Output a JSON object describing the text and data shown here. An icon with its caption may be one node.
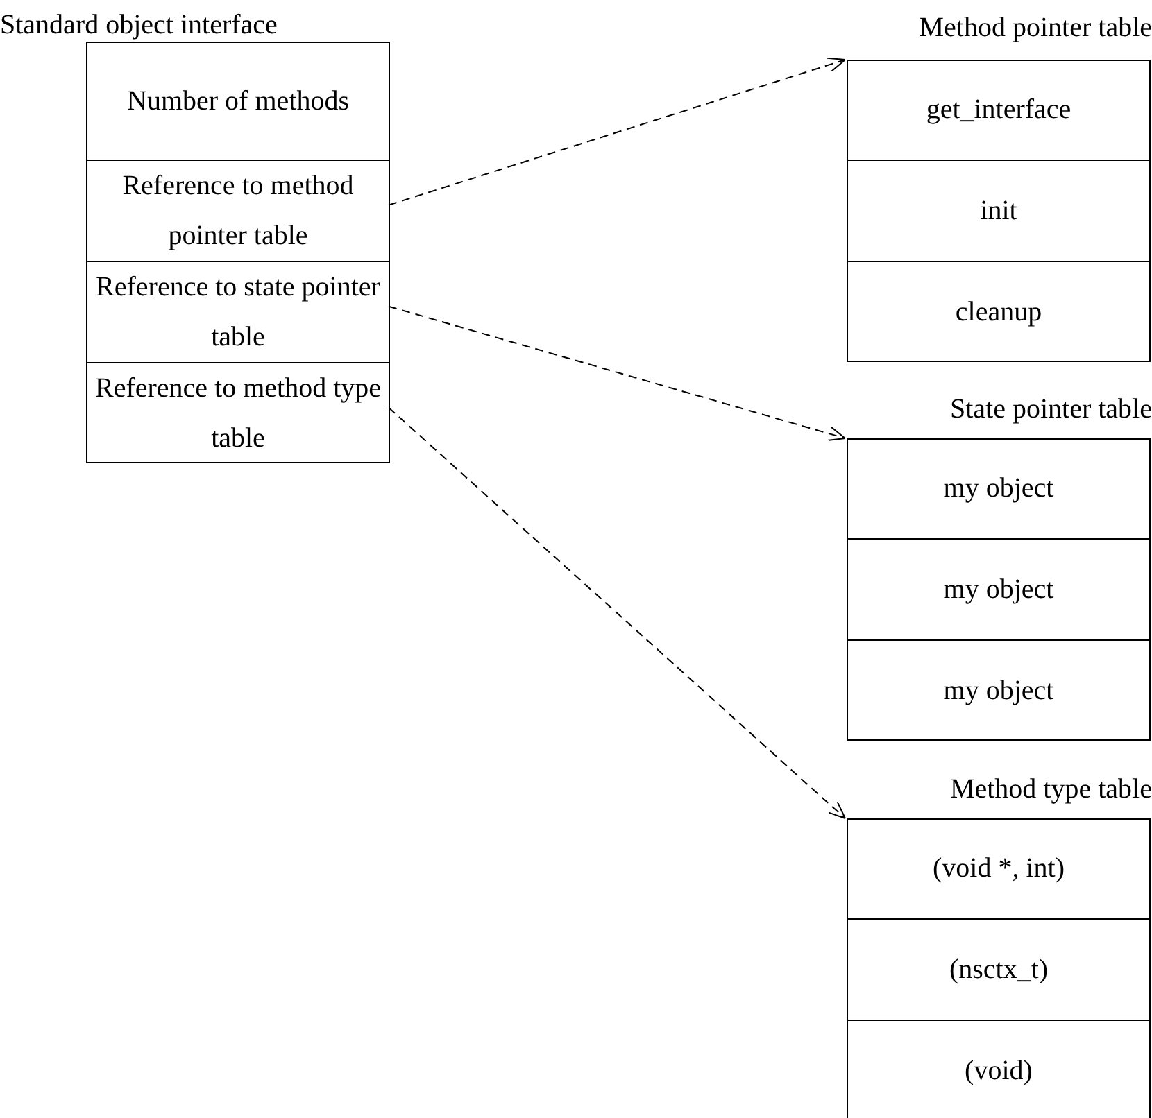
{
  "diagram": {
    "nodes": [
      {
        "text": [
          "Standard object interface"
        ]
      },
      {
        "text": [
          "Number of methods"
        ],
        "in": 0
      },
      {
        "text": [
          "Reference to method pointer table"
        ],
        "in": 0
      },
      {
        "text": [
          "Reference to state pointer table"
        ],
        "in": 0
      },
      {
        "text": [
          "Reference to method type table"
        ],
        "in": 0
      },
      {
        "text": [
          "Method pointer table"
        ]
      },
      {
        "text": [
          "get_interface"
        ],
        "in": 5
      },
      {
        "text": [
          "init"
        ],
        "in": 5
      },
      {
        "text": [
          "cleanup"
        ],
        "in": 5
      },
      {
        "text": [
          "State pointer table"
        ]
      },
      {
        "text": [
          "my object"
        ],
        "in": 9
      },
      {
        "text": [
          "my object"
        ],
        "in": 9
      },
      {
        "text": [
          "my object"
        ],
        "in": 9
      },
      {
        "text": [
          "Method type table"
        ]
      },
      {
        "text": [
          "(void *, int)"
        ],
        "in": 13
      },
      {
        "text": [
          "(nsctx_t)"
        ],
        "in": 13
      },
      {
        "text": [
          "(void)"
        ],
        "in": 13
      }
    ],
    "edges": [
      {
        "from": 2,
        "to": 5,
        "arrow": "to",
        "style": "dashed"
      },
      {
        "from": 3,
        "to": 9,
        "arrow": "to",
        "style": "dashed"
      },
      {
        "from": 4,
        "to": 13,
        "arrow": "to",
        "style": "dashed"
      }
    ]
  }
}
